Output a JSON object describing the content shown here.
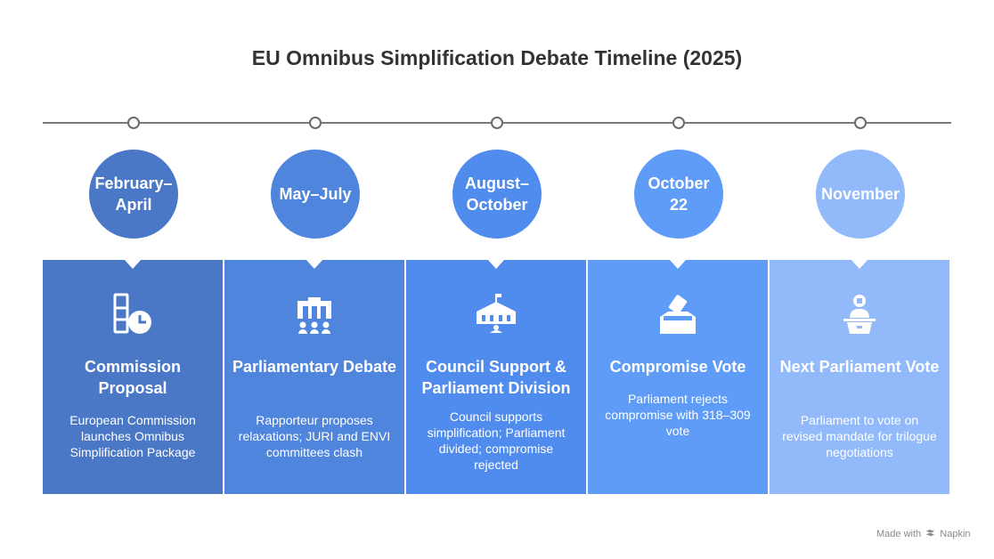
{
  "title": "EU Omnibus Simplification Debate Timeline (2025)",
  "colors": [
    "#4a78c6",
    "#4f85dc",
    "#508cee",
    "#5e9cf7",
    "#92bafa"
  ],
  "steps": [
    {
      "date": "February–\nApril",
      "icon": "document-clock-icon",
      "title": "Commission Proposal",
      "description": "European Commission launches Omnibus Simplification Package"
    },
    {
      "date": "May–July",
      "icon": "parliament-debate-icon",
      "title": "Parliamentary Debate",
      "description": "Rapporteur proposes relaxations; JURI and ENVI committees clash"
    },
    {
      "date": "August–\nOctober",
      "icon": "council-building-icon",
      "title": "Council Support & Parliament Division",
      "description": "Council supports simplification; Parliament divided; compromise rejected"
    },
    {
      "date": "October\n22",
      "icon": "ballot-box-icon",
      "title": "Compromise Vote",
      "description": "Parliament rejects compromise with 318–309 vote"
    },
    {
      "date": "November",
      "icon": "speaker-podium-icon",
      "title": "Next Parliament Vote",
      "description": "Parliament to vote on revised mandate for trilogue negotiations"
    }
  ],
  "footer": {
    "made_with": "Made with",
    "brand": "Napkin"
  }
}
